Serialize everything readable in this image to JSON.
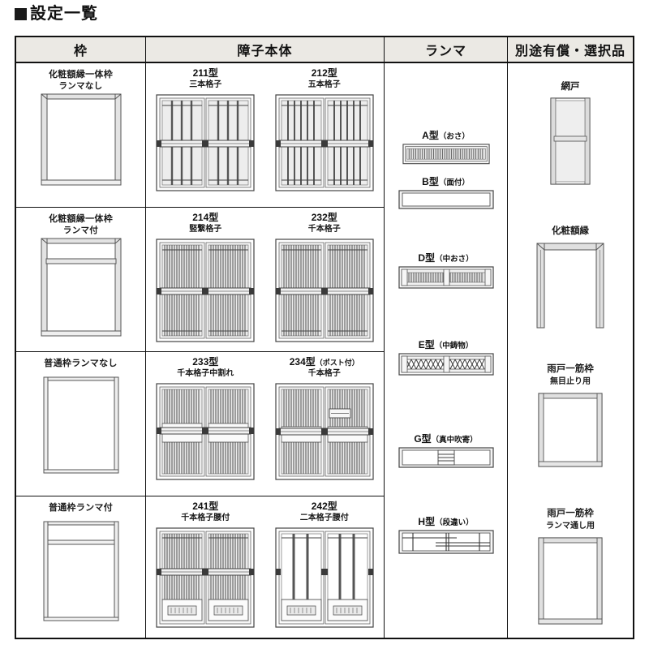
{
  "page": {
    "title": "設定一覧",
    "title_marker": "black-square-bullet"
  },
  "table": {
    "headers": [
      {
        "key": "frame",
        "label": "枠"
      },
      {
        "key": "shoji_body",
        "label": "障子本体"
      },
      {
        "key": "ranma",
        "label": "ランマ"
      },
      {
        "key": "options",
        "label": "別途有償・選択品"
      }
    ],
    "frame_column": {
      "items": [
        {
          "line1": "化粧額縁一体枠",
          "line2": "ランマなし",
          "drawing": "frame-no-transom"
        },
        {
          "line1": "化粧額縁一体枠",
          "line2": "ランマ付",
          "drawing": "frame-with-transom"
        },
        {
          "line1": "普通枠ランマなし",
          "line2": "",
          "drawing": "plain-frame-no-transom"
        },
        {
          "line1": "普通枠ランマ付",
          "line2": "",
          "drawing": "plain-frame-with-transom"
        }
      ]
    },
    "shoji_column": {
      "rows": [
        [
          {
            "model": "211型",
            "name": "三本格子",
            "note": "",
            "drawing": "shoji-3bar"
          },
          {
            "model": "212型",
            "name": "五本格子",
            "note": "",
            "drawing": "shoji-5bar"
          }
        ],
        [
          {
            "model": "214型",
            "name": "竪繋格子",
            "note": "",
            "drawing": "shoji-tate-tsunagi"
          },
          {
            "model": "232型",
            "name": "千本格子",
            "note": "",
            "drawing": "shoji-senbon"
          }
        ],
        [
          {
            "model": "233型",
            "name": "千本格子中割れ",
            "note": "",
            "drawing": "shoji-senbon-split"
          },
          {
            "model": "234型",
            "name": "千本格子",
            "note": "（ポスト付）",
            "drawing": "shoji-senbon-post"
          }
        ],
        [
          {
            "model": "241型",
            "name": "千本格子腰付",
            "note": "",
            "drawing": "shoji-senbon-koshi"
          },
          {
            "model": "242型",
            "name": "二本格子腰付",
            "note": "",
            "drawing": "shoji-2bar-koshi"
          }
        ]
      ]
    },
    "ranma_column": {
      "items": [
        {
          "model": "A型",
          "note": "（おさ）",
          "drawing": "transom-fine-slats"
        },
        {
          "model": "B型",
          "note": "（面付）",
          "drawing": "transom-plain"
        },
        {
          "model": "D型",
          "note": "（中おさ）",
          "drawing": "transom-mid-slats"
        },
        {
          "model": "E型",
          "note": "（中鋳物）",
          "drawing": "transom-cast-lattice"
        },
        {
          "model": "G型",
          "note": "（真中吹寄）",
          "drawing": "transom-center-group"
        },
        {
          "model": "H型",
          "note": "（段違い）",
          "drawing": "transom-stepped"
        }
      ]
    },
    "options_column": {
      "items": [
        {
          "line1": "網戸",
          "line2": "",
          "drawing": "screen-door"
        },
        {
          "line1": "化粧額縁",
          "line2": "",
          "drawing": "casing-trim"
        },
        {
          "line1": "雨戸一筋枠",
          "line2": "無目止り用",
          "drawing": "shutter-frame-blind"
        },
        {
          "line1": "雨戸一筋枠",
          "line2": "ランマ通し用",
          "drawing": "shutter-frame-transom"
        }
      ]
    }
  },
  "colors": {
    "border": "#111111",
    "header_bg": "#ebe9e4",
    "line": "#555555",
    "fill_light": "#f2f2f2",
    "fill_mid": "#d9d9d9",
    "fill_dark": "#9a9a9a",
    "page_bg": "#ffffff"
  }
}
